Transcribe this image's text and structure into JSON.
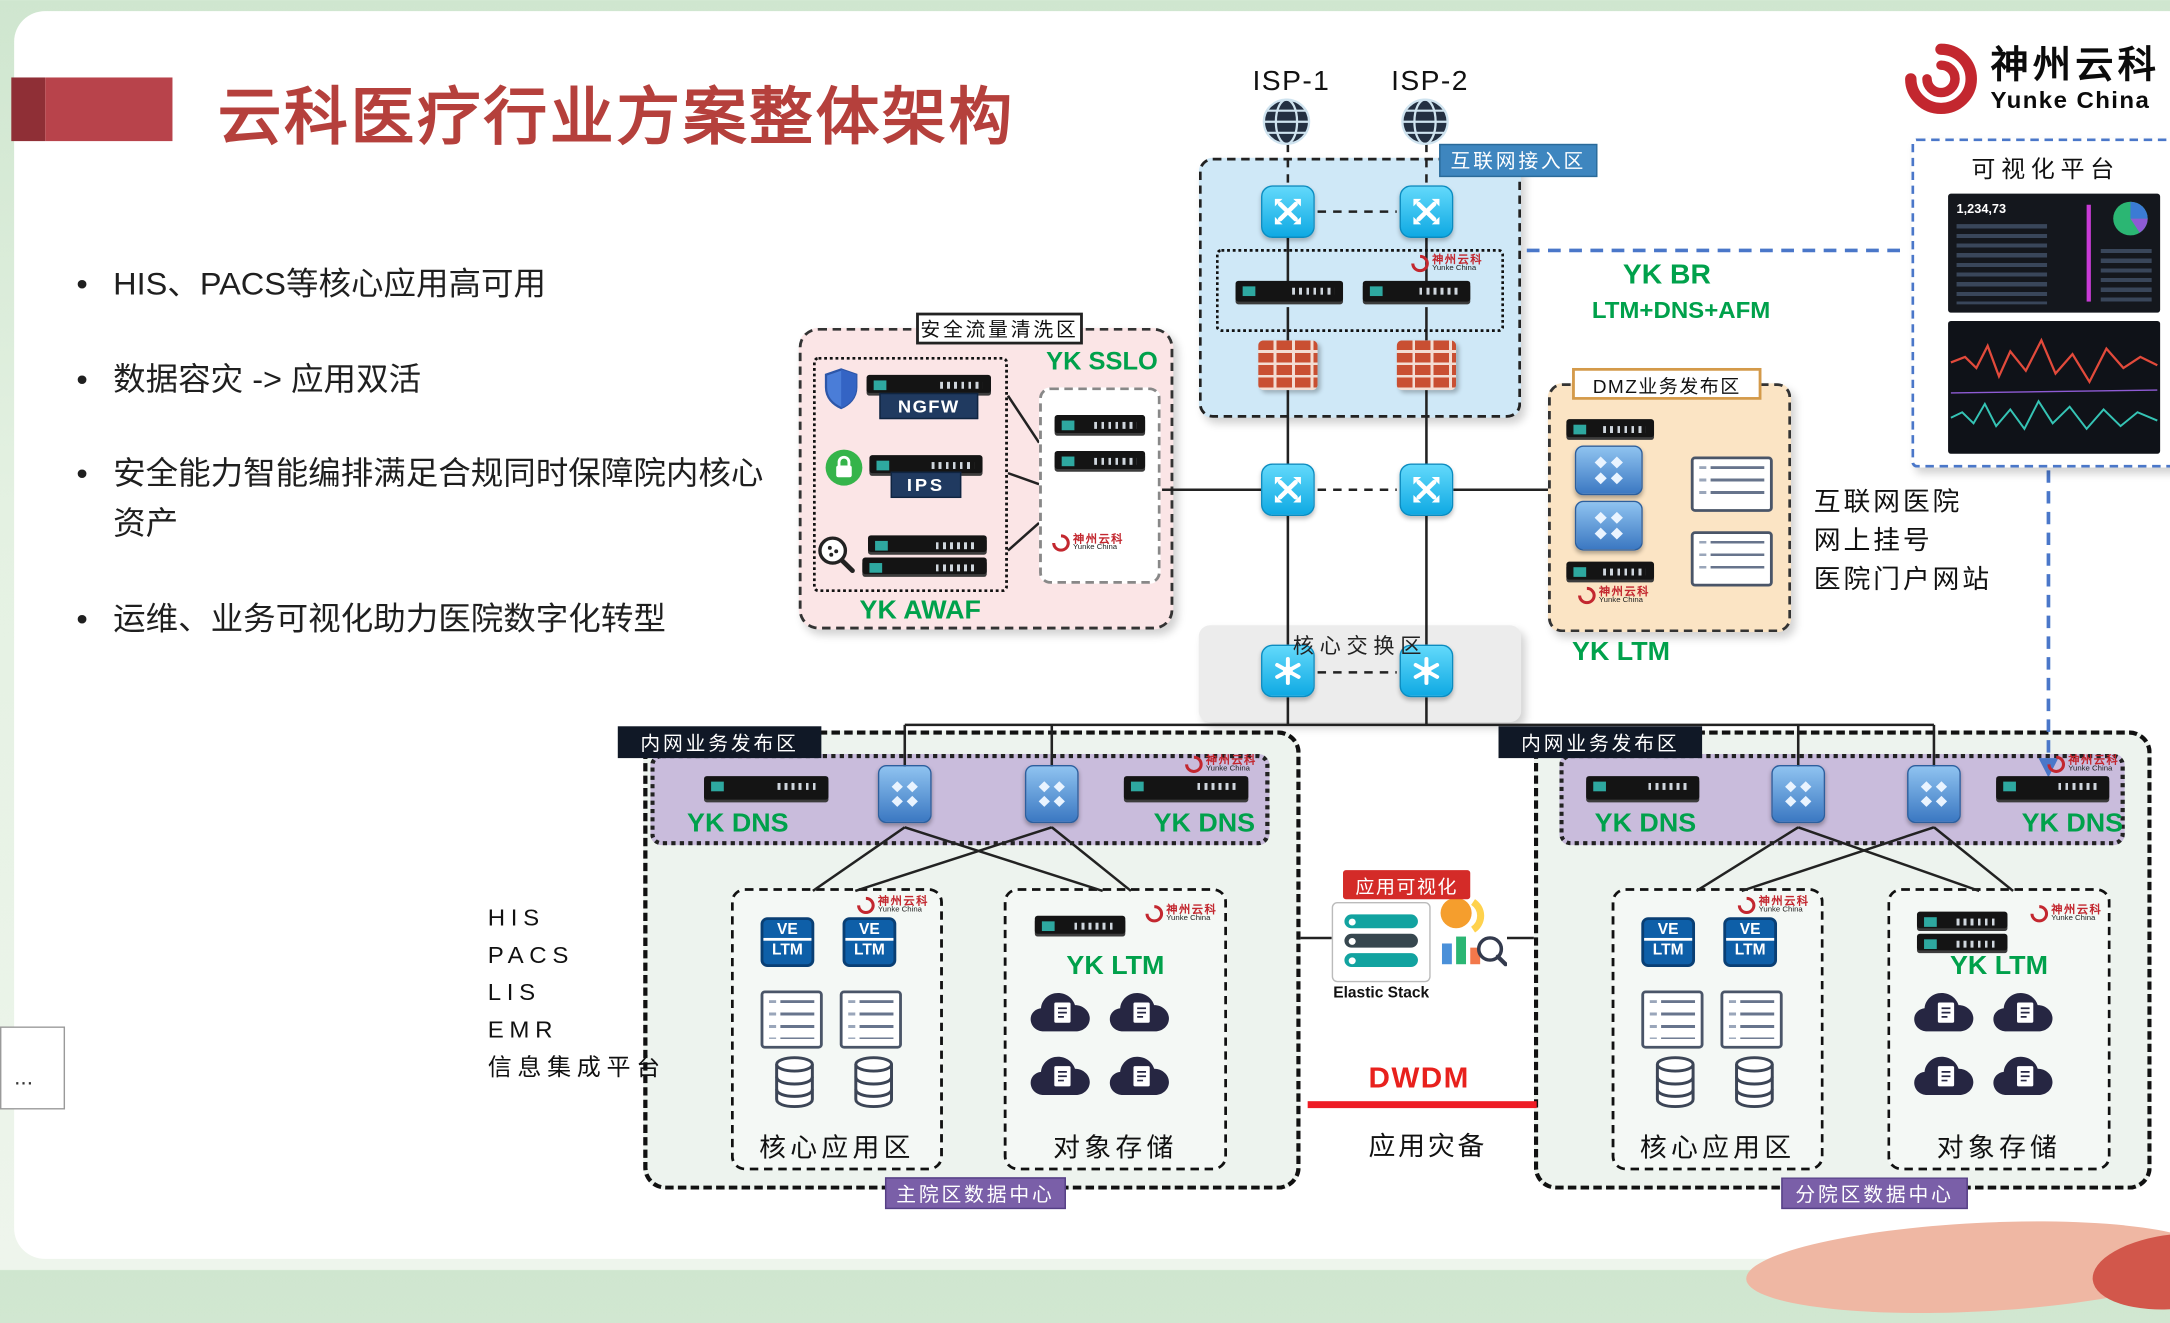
{
  "slide": {
    "title": "云科医疗行业方案整体架构",
    "bullets": [
      "HIS、PACS等核心应用高可用",
      "数据容灾 -> 应用双活",
      "安全能力智能编排满足合规同时保障院内核心资产",
      "运维、业务可视化助力医院数字化转型"
    ]
  },
  "logo": {
    "cn": "神州云科",
    "en": "Yunke China"
  },
  "top": {
    "isp1": "ISP-1",
    "isp2": "ISP-2",
    "internet_zone": "互联网接入区",
    "yk_br": "YK BR",
    "yk_br_sub": "LTM+DNS+AFM"
  },
  "cleaning": {
    "label": "安全流量清洗区",
    "sslo": "YK SSLO",
    "ngfw": "NGFW",
    "ips": "IPS",
    "awaf": "YK AWAF"
  },
  "dmz": {
    "label": "DMZ业务发布区",
    "ltm": "YK LTM",
    "services": [
      "互联网医院",
      "网上挂号",
      "医院门户网站"
    ]
  },
  "vis": {
    "title": "可视化平台",
    "metric": "1,234,73"
  },
  "core": {
    "label": "核心交换区"
  },
  "dc_left": {
    "pub_label": "内网业务发布区",
    "dns_left": "YK DNS",
    "dns_right": "YK DNS",
    "name": "主院区数据中心",
    "apps": [
      "HIS",
      "PACS",
      "LIS",
      "EMR",
      "信息集成平台"
    ]
  },
  "dc_right": {
    "pub_label": "内网业务发布区",
    "dns_left": "YK DNS",
    "dns_right": "YK DNS",
    "name": "分院区数据中心"
  },
  "dc_common": {
    "core_app": "核心应用区",
    "obj_storage": "对象存储",
    "yk_ltm": "YK LTM",
    "ve": "VE",
    "ltm": "LTM"
  },
  "center": {
    "app_vis": "应用可视化",
    "elastic": "Elastic Stack",
    "dwdm": "DWDM",
    "dr": "应用灾备"
  },
  "overlay": {
    "dots": "..."
  },
  "colors": {
    "accent_red": "#b5403c",
    "green": "#00a14b",
    "blue_dash": "#4a77c9",
    "line_red": "#ee1c25"
  }
}
